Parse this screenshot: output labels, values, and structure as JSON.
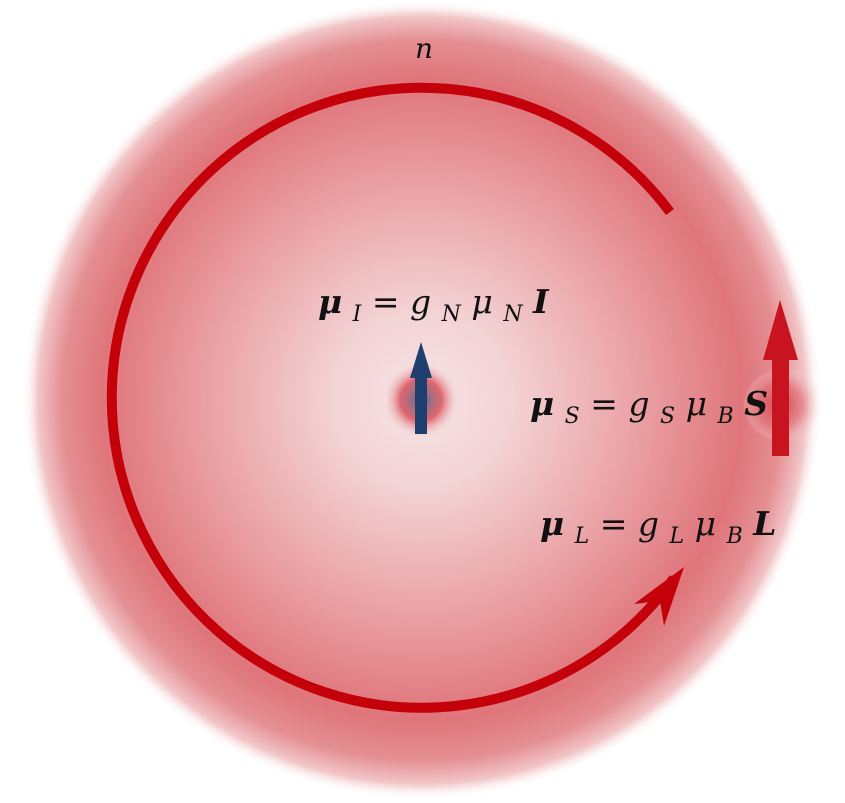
{
  "orbit_label": "n",
  "labels": {
    "nuclear": {
      "symbol": "μ",
      "sub": "I",
      "eq": " = g",
      "g_sub": "N",
      "mu2": "μ",
      "mu2_sub": "N",
      "vector": "I"
    },
    "spin": {
      "symbol": "μ",
      "sub": "S",
      "eq": " = g",
      "g_sub": "S",
      "mu2": "μ",
      "mu2_sub": "B",
      "vector": "S"
    },
    "orbital": {
      "symbol": "μ",
      "sub": "L",
      "eq": " = g",
      "g_sub": "L",
      "mu2": "μ",
      "mu2_sub": "B",
      "vector": "L"
    }
  },
  "colors": {
    "orbit": "#c4000b",
    "spin_arrow": "#c8141e",
    "nuclear_arrow": "#1f3f6e",
    "cloud": "#dc6a70"
  }
}
